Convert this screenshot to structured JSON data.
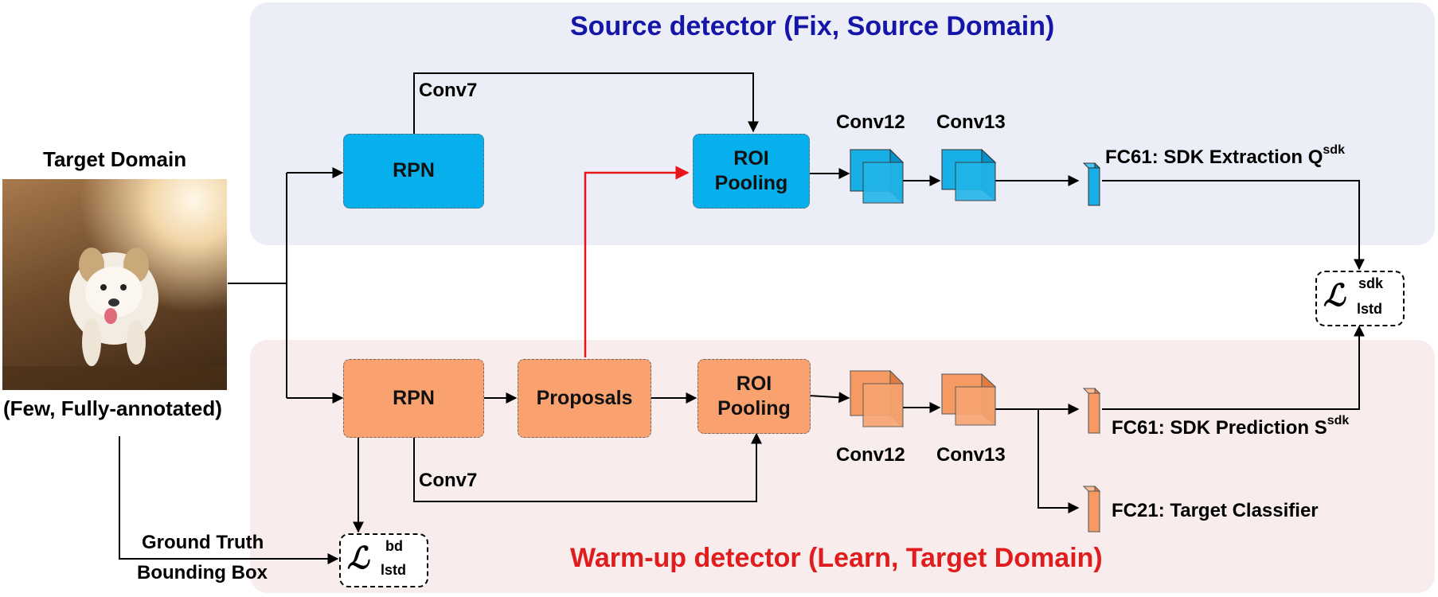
{
  "source_panel": {
    "title": "Source detector (Fix, Source Domain)"
  },
  "target_panel": {
    "title": "Warm-up detector (Learn, Target Domain)"
  },
  "input": {
    "title": "Target Domain",
    "caption": "(Few, Fully-annotated)",
    "ground_truth_label_line1": "Ground Truth",
    "ground_truth_label_line2": "Bounding Box"
  },
  "source_detector": {
    "rpn": "RPN",
    "conv7": "Conv7",
    "roi_line1": "ROI",
    "roi_line2": "Pooling",
    "conv12": "Conv12",
    "conv13": "Conv13",
    "fc61_text": "FC61: SDK Extraction Q",
    "fc61_sup": "sdk"
  },
  "warmup_detector": {
    "rpn": "RPN",
    "proposals": "Proposals",
    "conv7": "Conv7",
    "roi_line1": "ROI",
    "roi_line2": "Pooling",
    "conv12": "Conv12",
    "conv13": "Conv13",
    "fc61_text": "FC61: SDK Prediction S",
    "fc61_sup": "sdk",
    "fc21_text": "FC21: Target Classifier"
  },
  "losses": {
    "sdk": {
      "symbol": "ℒ",
      "sup": "sdk",
      "sub": "lstd"
    },
    "bd": {
      "symbol": "ℒ",
      "sup": "bd",
      "sub": "lstd"
    }
  },
  "colors": {
    "source_fill": "#07b0ec",
    "target_fill": "#f9a270",
    "source_title": "#1515a8",
    "target_title": "#e01c1c",
    "proposal_arrow": "#e8141c"
  }
}
